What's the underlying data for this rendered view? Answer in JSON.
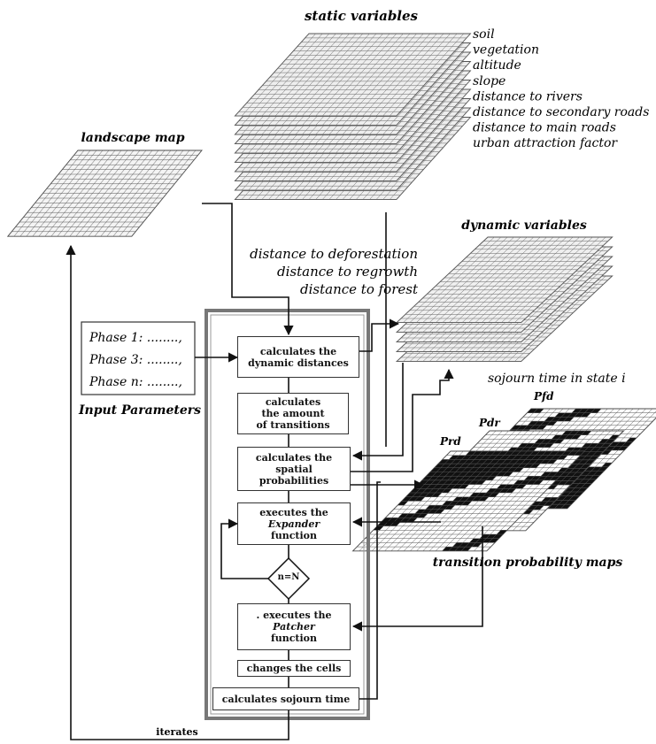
{
  "labels": {
    "static_variables_title": "static variables",
    "landscape_map_title": "landscape map",
    "dynamic_variables_title": "dynamic variables",
    "transition_maps_title": "transition probability maps",
    "input_parameters_title": "Input Parameters",
    "sojourn_label": "sojourn time in state i",
    "iterates": "iterates"
  },
  "static_variables": [
    "soil",
    "vegetation",
    "altitude",
    "slope",
    "distance to rivers",
    "distance to secondary roads",
    "distance to main roads",
    "urban attraction factor"
  ],
  "dynamic_variables": [
    "distance to deforestation",
    "distance to regrowth",
    "distance to forest"
  ],
  "input_phases": [
    "Phase 1: ........,",
    "Phase 3: ........,",
    "Phase n: ........,"
  ],
  "probability_labels": [
    "Pfd",
    "Pdr",
    "Prd"
  ],
  "process_steps": {
    "step1": [
      "calculates the",
      "dynamic distances"
    ],
    "step2": [
      "calculates",
      "the amount",
      "of transitions"
    ],
    "step3": [
      "calculates the",
      "spatial",
      "probabilities"
    ],
    "step4": [
      "executes the",
      "Expander",
      "function"
    ],
    "decision": "n=N",
    "step5": [
      ". executes the",
      "Patcher",
      "function"
    ],
    "step6": "changes the cells",
    "step7": "calculates sojourn time"
  }
}
